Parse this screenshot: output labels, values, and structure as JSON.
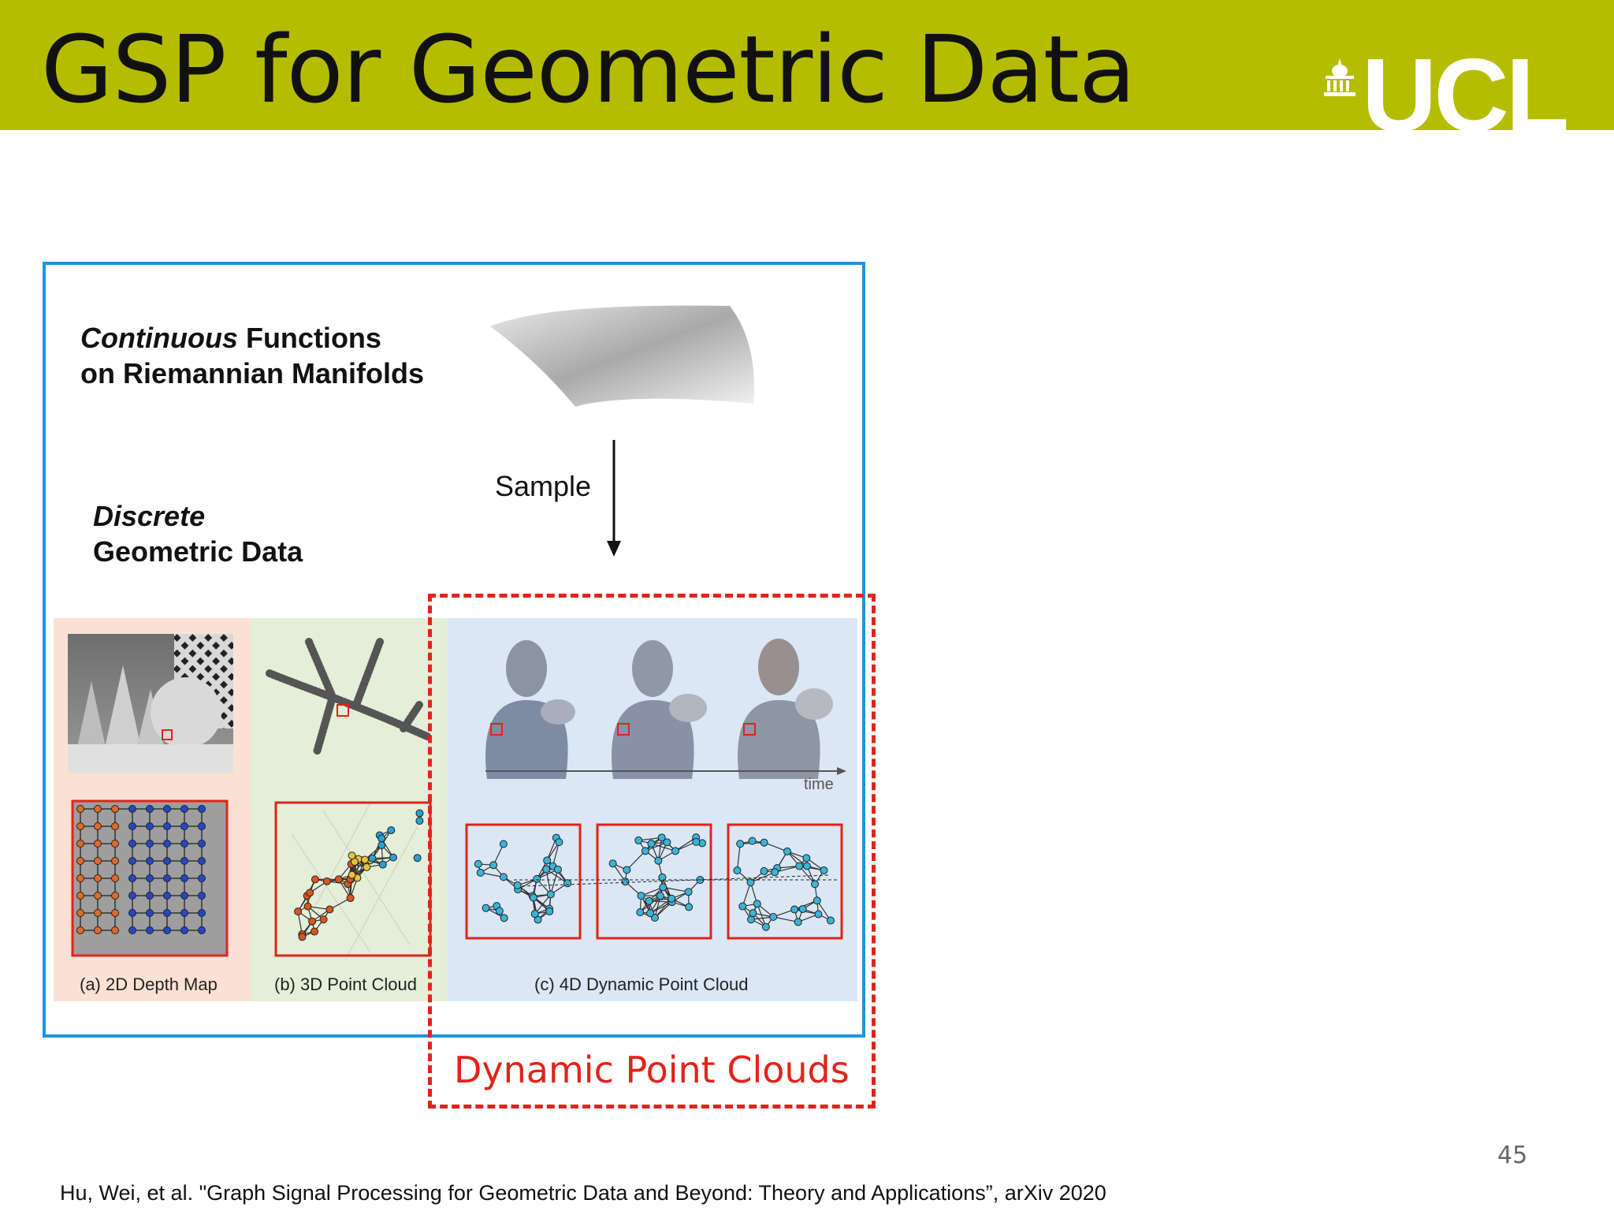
{
  "slide": {
    "title": "GSP for Geometric Data",
    "logo_text": "UCL",
    "page_number": "45"
  },
  "figure": {
    "continuous_italic": "Continuous",
    "continuous_rest": " Functions",
    "continuous_line2": "on Riemannian Manifolds",
    "discrete_italic": "Discrete",
    "discrete_line2": "Geometric Data",
    "sample_label": "Sample",
    "time_label": "time",
    "captions": {
      "a": "(a) 2D Depth Map",
      "b": "(b) 3D Point Cloud",
      "c": "(c) 4D Dynamic Point Cloud"
    }
  },
  "highlight": {
    "label": "Dynamic Point Clouds"
  },
  "reference": "Hu, Wei, et al. \"Graph Signal Processing for Geometric Data and Beyond: Theory and Applications”, arXiv 2020",
  "colors": {
    "header": "#b5bd00",
    "frame": "#1b94e4",
    "highlight": "#e2231a",
    "panel_a": "#fbe1d4",
    "panel_b": "#e3efd8",
    "panel_c": "#dbe7f5"
  }
}
